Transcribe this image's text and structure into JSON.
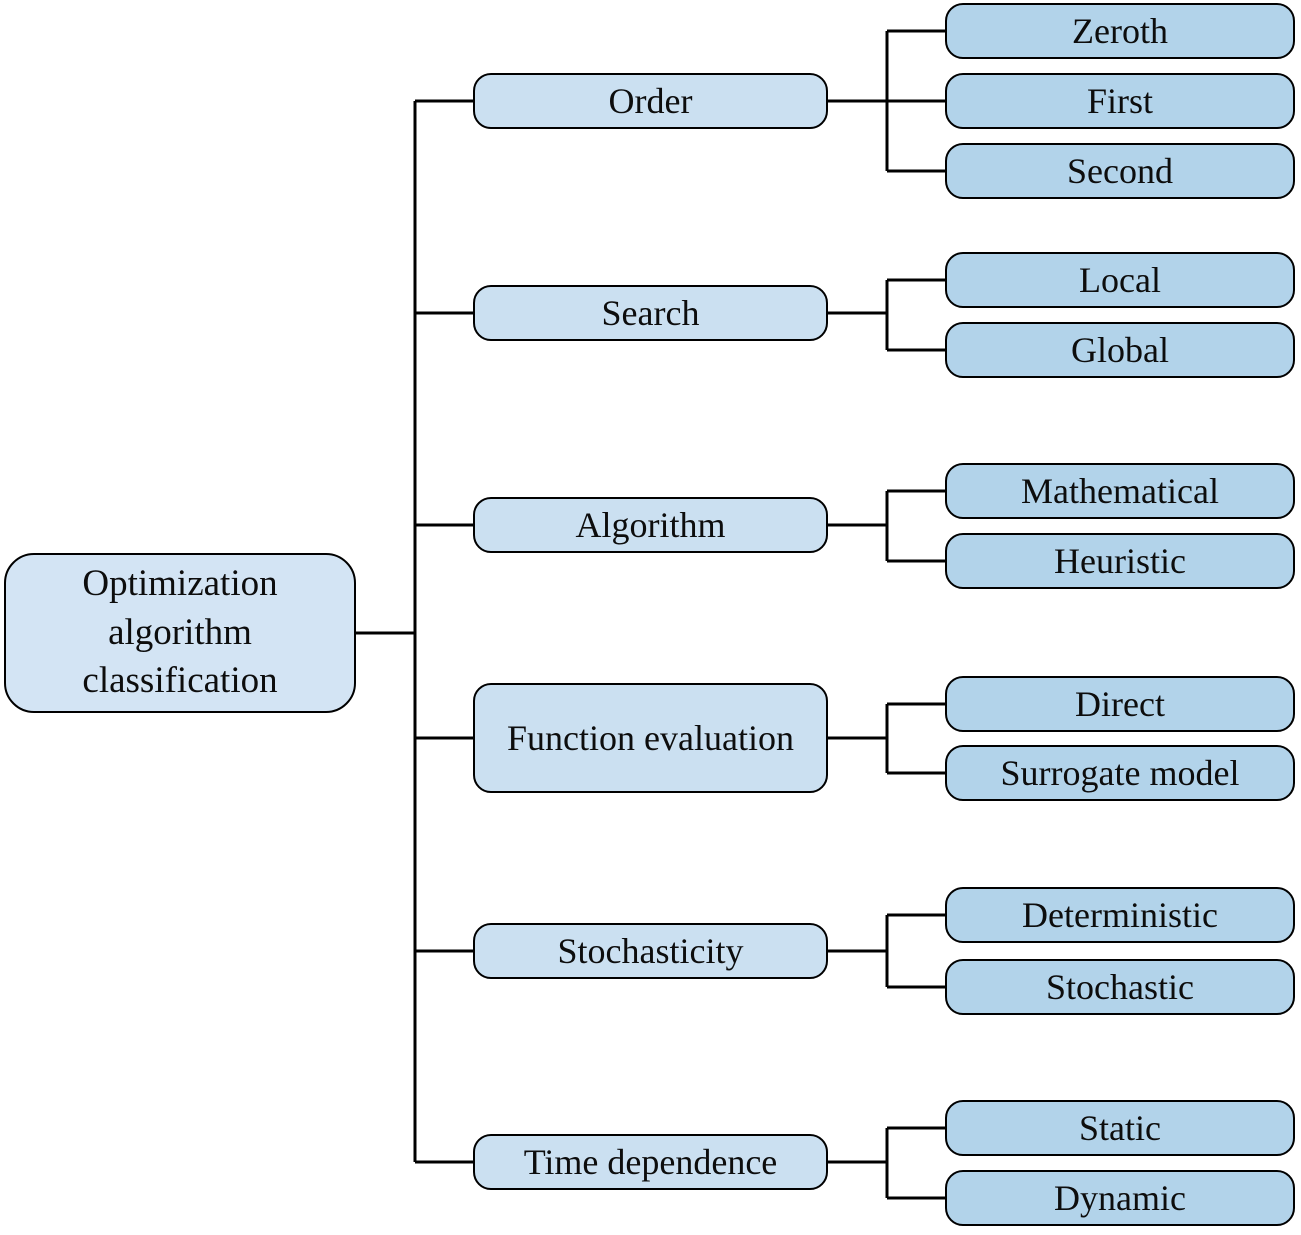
{
  "diagram": {
    "type": "classification-tree",
    "root": {
      "label": "Optimization algorithm classification"
    },
    "branches": [
      {
        "label": "Order",
        "children": [
          "Zeroth",
          "First",
          "Second"
        ]
      },
      {
        "label": "Search",
        "children": [
          "Local",
          "Global"
        ]
      },
      {
        "label": "Algorithm",
        "children": [
          "Mathematical",
          "Heuristic"
        ]
      },
      {
        "label": "Function evaluation",
        "children": [
          "Direct",
          "Surrogate model"
        ]
      },
      {
        "label": "Stochasticity",
        "children": [
          "Deterministic",
          "Stochastic"
        ]
      },
      {
        "label": "Time dependence",
        "children": [
          "Static",
          "Dynamic"
        ]
      }
    ],
    "colors": {
      "root_fill": "#d3e4f4",
      "branch_fill": "#cbe0f1",
      "leaf_fill": "#b2d3ea",
      "border": "#000000",
      "connector": "#000000",
      "background": "#ffffff",
      "text": "#0d0d0d"
    }
  }
}
